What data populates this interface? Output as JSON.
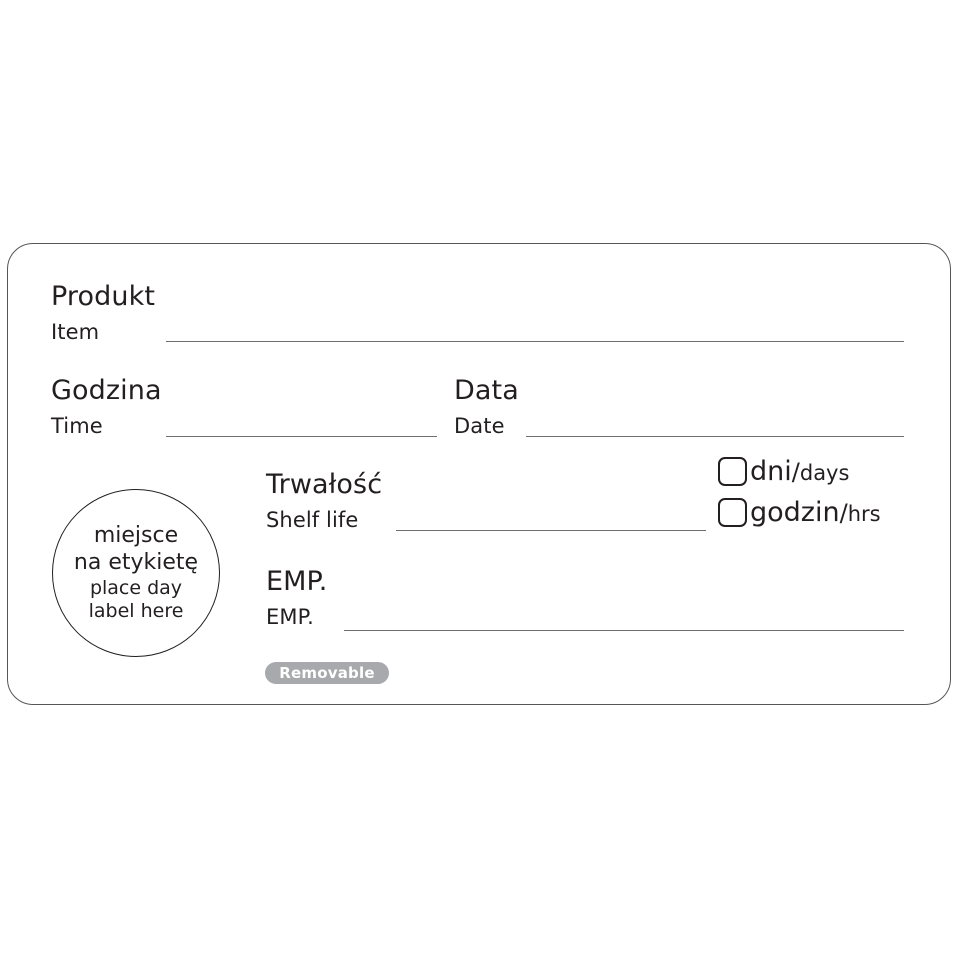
{
  "label": {
    "fields": {
      "product": {
        "pl": "Produkt",
        "en": "Item"
      },
      "time": {
        "pl": "Godzina",
        "en": "Time"
      },
      "date": {
        "pl": "Data",
        "en": "Date"
      },
      "shelf_life": {
        "pl": "Trwałość",
        "en": "Shelf life"
      },
      "employee": {
        "pl": "EMP.",
        "en": "EMP."
      }
    },
    "checkboxes": [
      {
        "pl": "dni",
        "separator": "/",
        "en": "days"
      },
      {
        "pl": "godzin",
        "separator": "/",
        "en": "hrs"
      }
    ],
    "stamp_circle": {
      "pl_line1": "miejsce",
      "pl_line2": "na etykietę",
      "en_line1": "place day",
      "en_line2": "label here"
    },
    "badge": {
      "text": "Removable"
    },
    "colors": {
      "ink": "#231f20",
      "rule": "#6d6e71",
      "border": "#55565a",
      "badge_background": "#a7a9ac",
      "badge_text": "#ffffff",
      "paper": "#ffffff"
    }
  }
}
